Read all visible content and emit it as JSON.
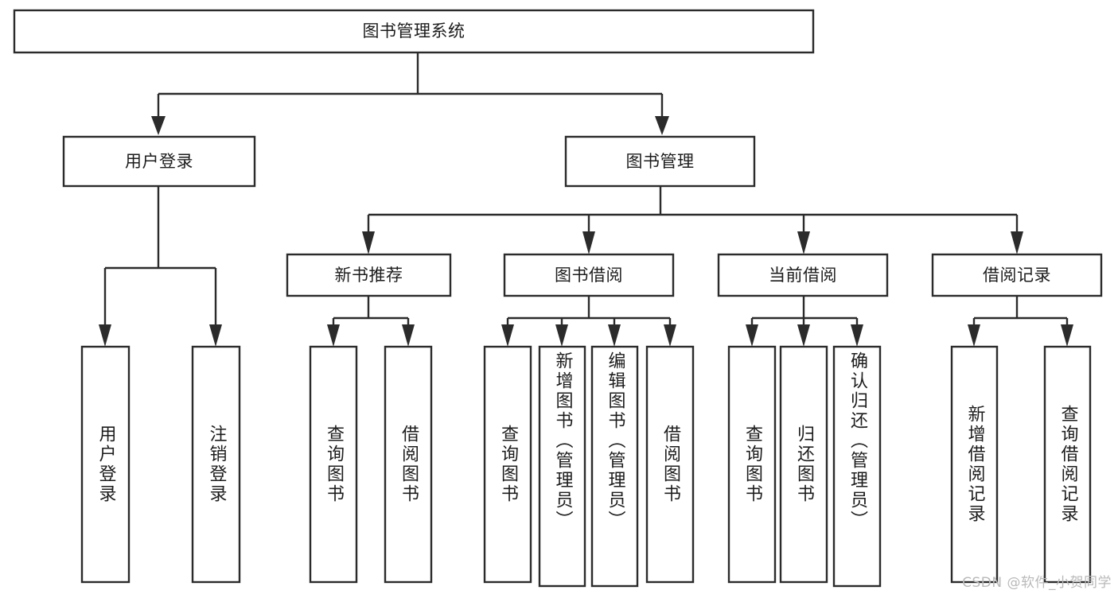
{
  "diagram": {
    "type": "tree-hierarchy",
    "title": "图书管理系统",
    "watermark": "CSDN @软件_小贺同学",
    "colors": {
      "stroke": "#2b2b2b",
      "fill": "#ffffff",
      "text": "#1c1c1c",
      "watermark": "#b9b9b9"
    },
    "nodes": {
      "root": {
        "label": "图书管理系统",
        "level": 0
      },
      "user_login": {
        "label": "用户登录",
        "level": 1
      },
      "book_manage": {
        "label": "图书管理",
        "level": 1
      },
      "new_book_rec": {
        "label": "新书推荐",
        "level": 2
      },
      "book_borrow": {
        "label": "图书借阅",
        "level": 2
      },
      "current_borrow": {
        "label": "当前借阅",
        "level": 2
      },
      "borrow_record": {
        "label": "借阅记录",
        "level": 2
      },
      "leaf_user_login": {
        "label": "用户登录",
        "level": 3
      },
      "leaf_logout": {
        "label": "注销登录",
        "level": 3
      },
      "leaf_query_book_1": {
        "label": "查询图书",
        "level": 3
      },
      "leaf_borrow_book_1": {
        "label": "借阅图书",
        "level": 3
      },
      "leaf_query_book_2": {
        "label": "查询图书",
        "level": 3
      },
      "leaf_add_book": {
        "label": "新增图书（管理员）",
        "level": 3
      },
      "leaf_edit_book": {
        "label": "编辑图书（管理员）",
        "level": 3
      },
      "leaf_borrow_book_2": {
        "label": "借阅图书",
        "level": 3
      },
      "leaf_query_book_3": {
        "label": "查询图书",
        "level": 3
      },
      "leaf_return_book": {
        "label": "归还图书",
        "level": 3
      },
      "leaf_confirm_return": {
        "label": "确认归还（管理员）",
        "level": 3
      },
      "leaf_add_record": {
        "label": "新增借阅记录",
        "level": 3
      },
      "leaf_query_record": {
        "label": "查询借阅记录",
        "level": 3
      }
    },
    "edges": [
      {
        "from": "root",
        "to": "user_login"
      },
      {
        "from": "root",
        "to": "book_manage"
      },
      {
        "from": "user_login",
        "to": "leaf_user_login"
      },
      {
        "from": "user_login",
        "to": "leaf_logout"
      },
      {
        "from": "book_manage",
        "to": "new_book_rec"
      },
      {
        "from": "book_manage",
        "to": "book_borrow"
      },
      {
        "from": "book_manage",
        "to": "current_borrow"
      },
      {
        "from": "book_manage",
        "to": "borrow_record"
      },
      {
        "from": "new_book_rec",
        "to": "leaf_query_book_1"
      },
      {
        "from": "new_book_rec",
        "to": "leaf_borrow_book_1"
      },
      {
        "from": "book_borrow",
        "to": "leaf_query_book_2"
      },
      {
        "from": "book_borrow",
        "to": "leaf_add_book"
      },
      {
        "from": "book_borrow",
        "to": "leaf_edit_book"
      },
      {
        "from": "book_borrow",
        "to": "leaf_borrow_book_2"
      },
      {
        "from": "current_borrow",
        "to": "leaf_query_book_3"
      },
      {
        "from": "current_borrow",
        "to": "leaf_return_book"
      },
      {
        "from": "current_borrow",
        "to": "leaf_confirm_return"
      },
      {
        "from": "borrow_record",
        "to": "leaf_add_record"
      },
      {
        "from": "borrow_record",
        "to": "leaf_query_record"
      }
    ]
  }
}
